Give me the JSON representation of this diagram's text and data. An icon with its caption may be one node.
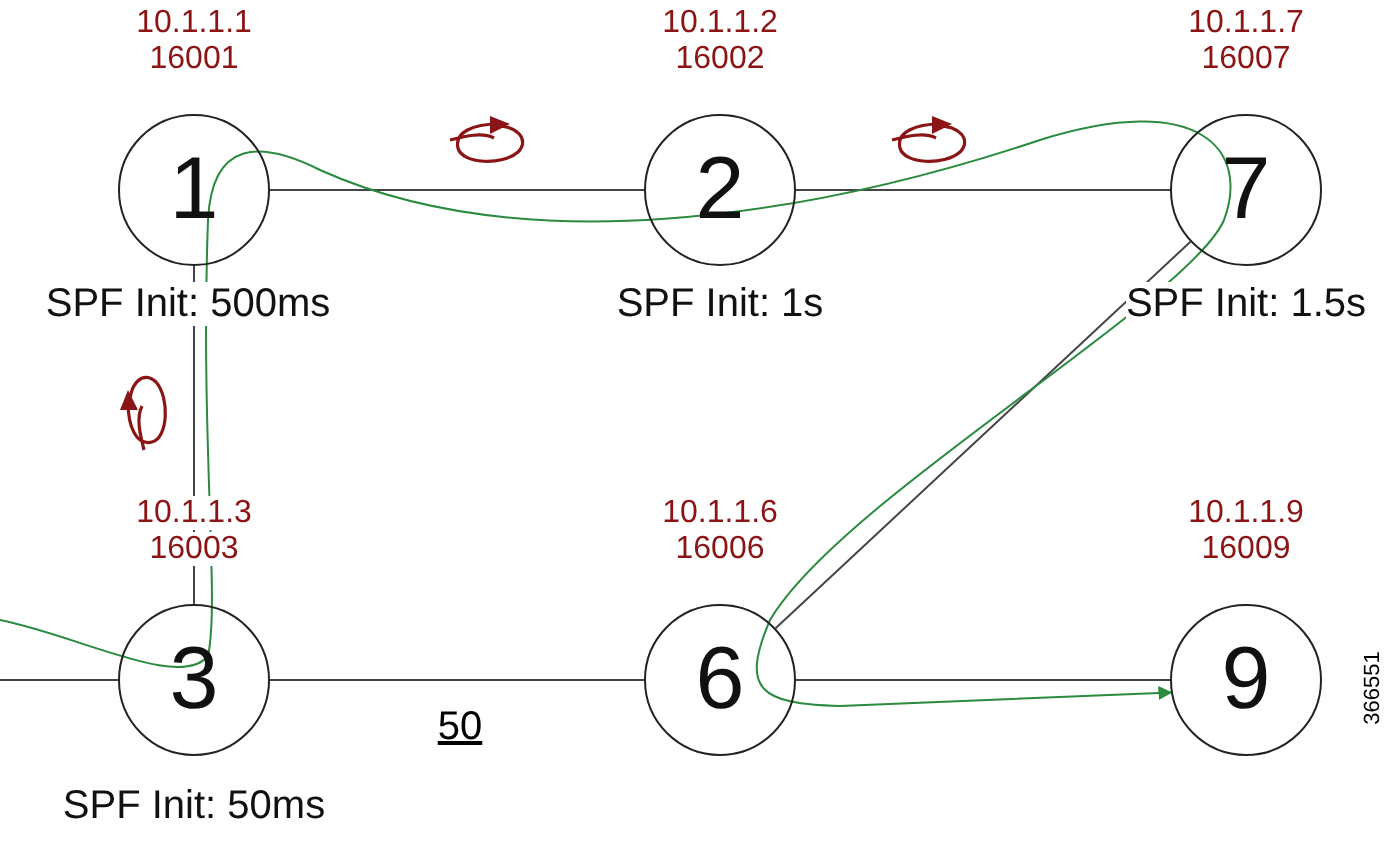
{
  "diagram": {
    "nodes": [
      {
        "text": [
          "1"
        ],
        "beside": [
          "10.1.1.1",
          "16001",
          "SPF Init: 500ms"
        ]
      },
      {
        "text": [
          "2"
        ],
        "beside": [
          "10.1.1.2",
          "16002",
          "SPF Init: 1s"
        ]
      },
      {
        "text": [
          "7"
        ],
        "beside": [
          "10.1.1.7",
          "16007",
          "SPF Init: 1.5s"
        ]
      },
      {
        "text": [
          "3"
        ],
        "beside": [
          "10.1.1.3",
          "16003",
          "SPF Init: 50ms"
        ]
      },
      {
        "text": [
          "6"
        ],
        "beside": [
          "10.1.1.6",
          "16006"
        ]
      },
      {
        "text": [
          "9"
        ],
        "beside": [
          "10.1.1.9",
          "16009"
        ]
      }
    ],
    "edges": [
      {
        "from": 0,
        "to": 1,
        "arrow": "none"
      },
      {
        "from": 1,
        "to": 2,
        "arrow": "none"
      },
      {
        "from": 0,
        "to": 3,
        "arrow": "none"
      },
      {
        "from": 3,
        "to": 4,
        "arrow": "none",
        "label": "50"
      },
      {
        "from": 4,
        "to": 2,
        "arrow": "none"
      },
      {
        "from": 4,
        "to": 5,
        "arrow": "none"
      },
      {
        "from": null,
        "to": 3,
        "arrow": "none"
      },
      {
        "from": null,
        "to": 5,
        "arrow": "to",
        "color": "#2a8a3e"
      }
    ],
    "labels": [
      "366551"
    ]
  }
}
